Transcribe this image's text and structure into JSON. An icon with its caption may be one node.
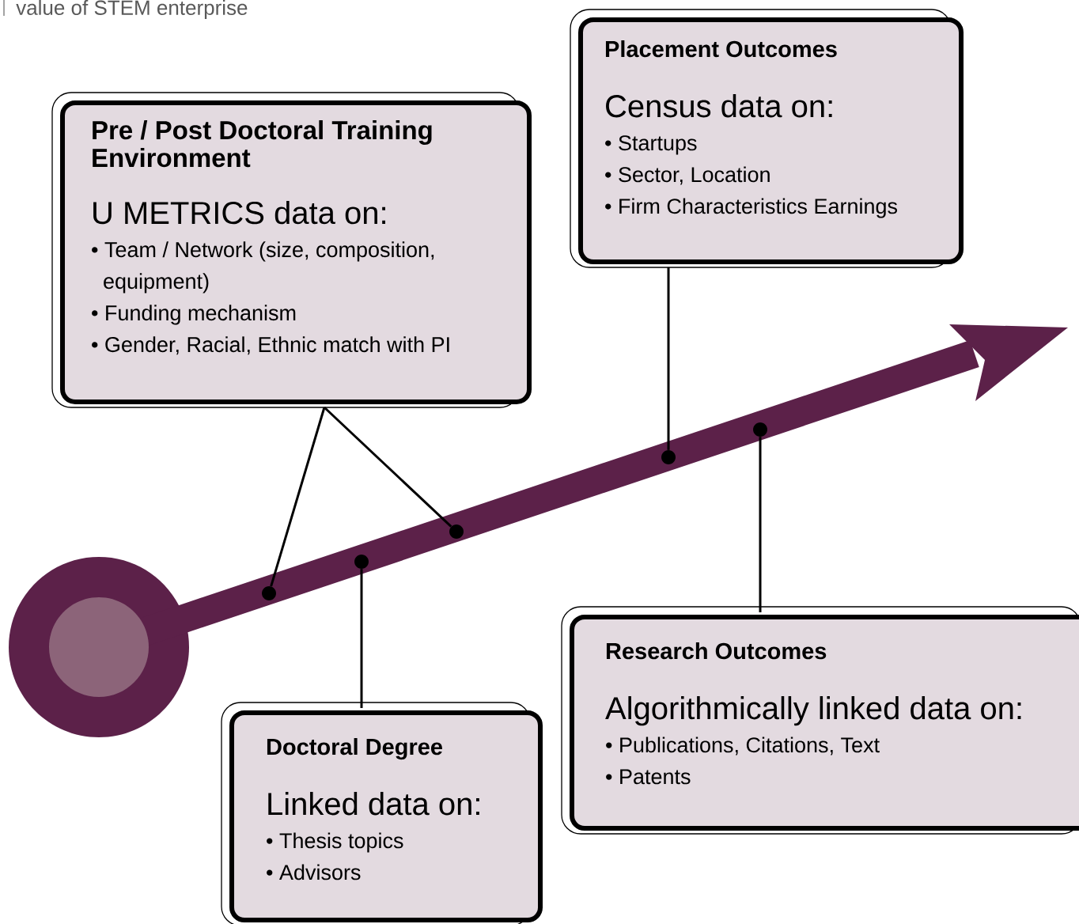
{
  "diagram": {
    "nodes": [
      {
        "text": [
          "Pre / Post Doctoral Training Environment",
          "U METRICS data on:",
          "• Team / Network (size, composition, equipment)",
          "• Funding mechanism",
          "• Gender, Racial, Ethnic match with PI"
        ]
      },
      {
        "text": [
          "Placement Outcomes",
          "Census data on:",
          "• Startups",
          "• Sector, Location",
          "• Firm Characteristics Earnings"
        ]
      },
      {
        "text": [
          "Research Outcomes",
          "Algorithmically linked data on:",
          "• Publications, Citations, Text",
          "• Patents"
        ]
      },
      {
        "text": [
          "Doctoral Degree",
          "Linked data on:",
          "• Thesis topics",
          "• Advisors"
        ]
      },
      {
        "text": [],
        "shape": "circle"
      },
      {
        "text": [],
        "shape": "circle"
      },
      {
        "text": [],
        "shape": "circle"
      },
      {
        "text": [],
        "shape": "circle"
      },
      {
        "text": [],
        "shape": "circle"
      }
    ],
    "edges": [
      {
        "from": 0,
        "to": 4,
        "arrow": "none"
      },
      {
        "from": 0,
        "to": 6,
        "arrow": "none"
      },
      {
        "from": 3,
        "to": 5,
        "arrow": "none"
      },
      {
        "from": 1,
        "to": 7,
        "arrow": "none"
      },
      {
        "from": 2,
        "to": 8,
        "arrow": "none"
      }
    ],
    "labels": [
      "value of STEM enterprise"
    ]
  }
}
